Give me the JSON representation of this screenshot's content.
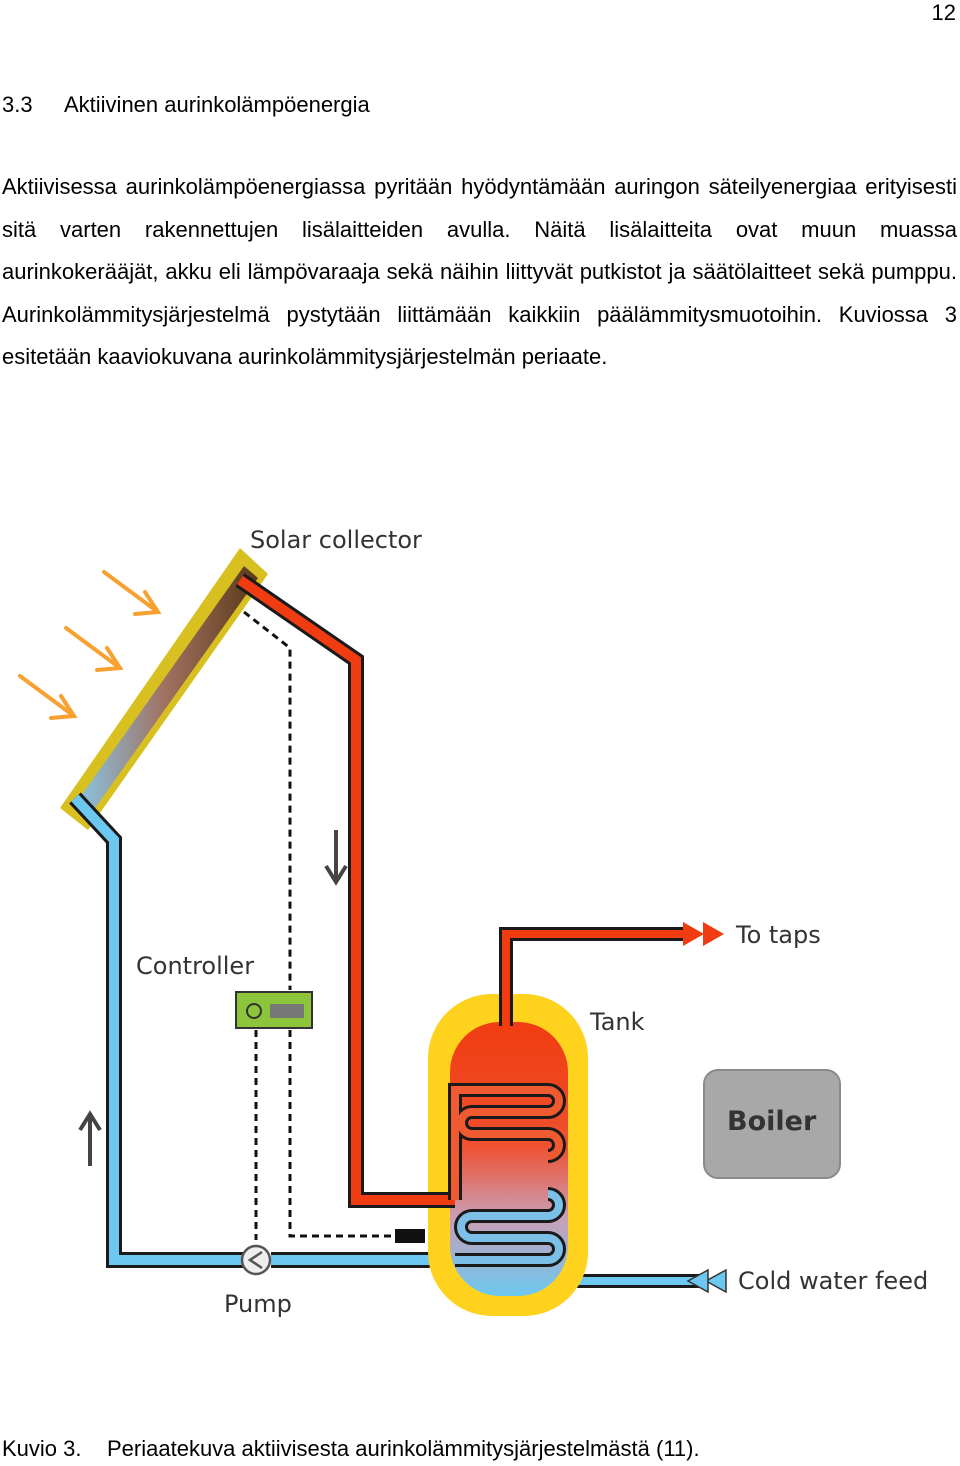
{
  "page": {
    "number": "12"
  },
  "section": {
    "number": "3.3",
    "title": "Aktiivinen aurinkolämpöenergia"
  },
  "body": {
    "paragraph": "Aktiivisessa aurinkolämpöenergiassa pyritään hyödyntämään auringon säteilyenergiaa erityisesti sitä varten rakennettujen lisälaitteiden avulla. Näitä lisälaitteita ovat muun muassa aurinkokerääjät, akku eli lämpövaraaja sekä näihin liittyvät putkistot ja säätö­laitteet sekä pumppu. Aurinkolämmitysjärjestelmä pystytään liittämään kaikkiin pää­lämmitysmuotoihin. Kuviossa 3 esitetään kaaviokuvana aurinkolämmitysjärjestelmän periaate."
  },
  "figure": {
    "labels": {
      "solar_collector": "Solar collector",
      "controller": "Controller",
      "to_taps": "To taps",
      "tank": "Tank",
      "boiler": "Boiler",
      "cold_water_feed": "Cold water feed",
      "pump": "Pump"
    },
    "colors": {
      "hot_pipe": "#f03c10",
      "cold_pipe": "#6cc8f0",
      "tank_outer": "#ffd21e",
      "collector_frame": "#d8c020",
      "controller": "#8cc43c",
      "boiler": "#a8a8a8",
      "sun_rays": "#f8a030"
    }
  },
  "caption": {
    "label": "Kuvio 3.",
    "text": "Periaatekuva aktiivisesta aurinkolämmitysjärjestelmästä (11)."
  }
}
